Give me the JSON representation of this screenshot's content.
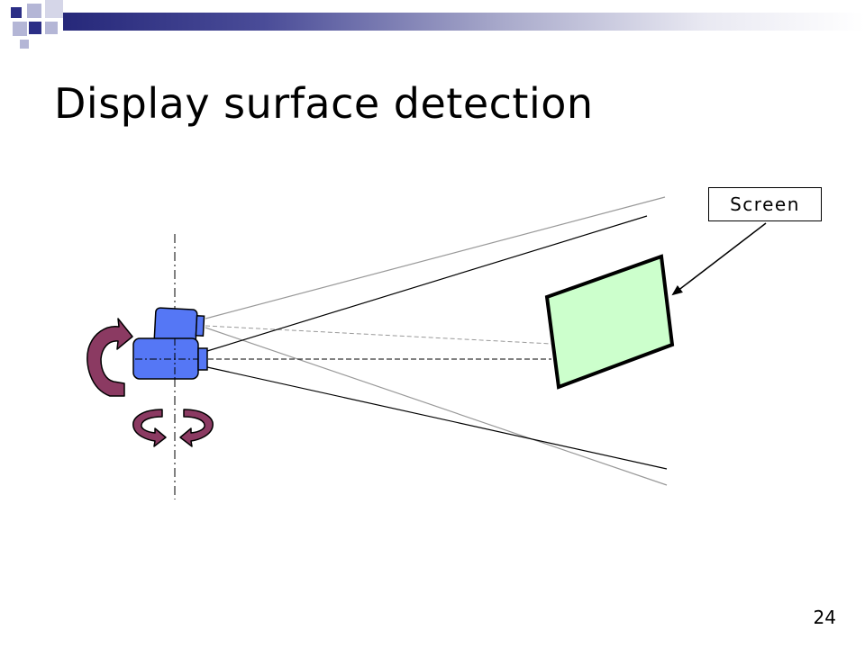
{
  "slide": {
    "title": "Display surface detection",
    "page_number": "24"
  },
  "diagram": {
    "screen_label": "Screen"
  },
  "colors": {
    "title_bar_dark": "#26287a",
    "logo_blue": "#2b2e86",
    "logo_light": "#b4b6d6",
    "camera_fill": "#5577f5",
    "screen_fill": "#ccffcc",
    "rotation_arrow_fill": "#8b3a62",
    "frustum_line_dark": "#000000",
    "frustum_line_light": "#999999"
  },
  "icons": {
    "camera": "video-camera-icon",
    "rotation_vertical": "curved-arrow-icon",
    "rotation_horizontal": "circular-arrows-icon"
  }
}
